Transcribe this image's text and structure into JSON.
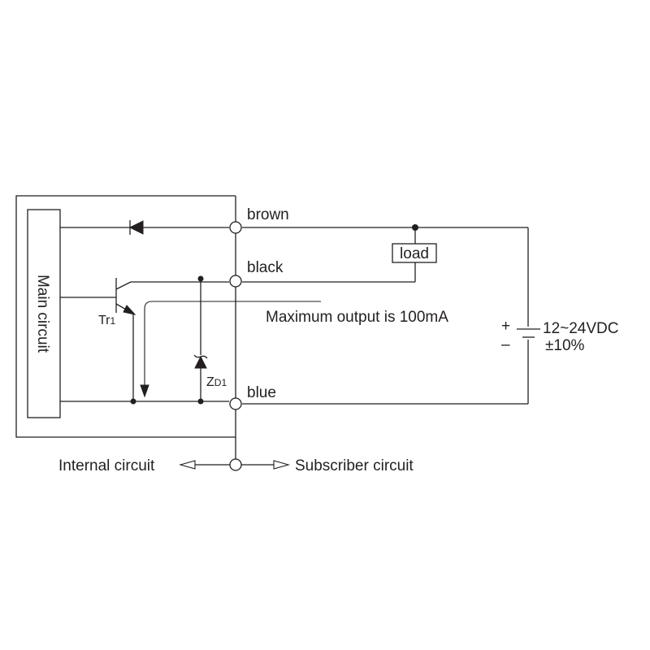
{
  "labels": {
    "brown": "brown",
    "black": "black",
    "blue": "blue",
    "load": "load",
    "main_circuit": "Main circuit",
    "max_output": "Maximum output is 100mA",
    "tr_main": "Tr",
    "tr_sub": "1",
    "zd_main": "Z",
    "zd_sub": "D1",
    "voltage": "12~24VDC",
    "tolerance": "±10%",
    "plus": "+",
    "minus": "–",
    "internal_circuit": "Internal circuit",
    "subscriber_circuit": "Subscriber circuit"
  }
}
